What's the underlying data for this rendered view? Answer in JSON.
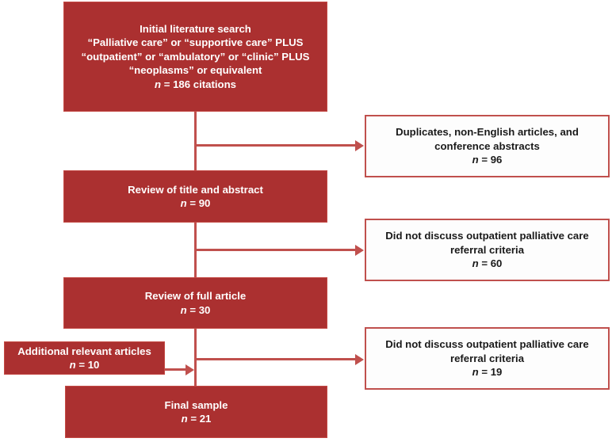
{
  "diagram": {
    "title": "Study selection flow diagram",
    "type": "flowchart",
    "colors": {
      "filled_box_fill": "#AB3030",
      "filled_box_border": "#C44A45",
      "outline_box_border": "#C0504D",
      "outline_box_fill": "#FDFDFD",
      "connector": "#C0504D",
      "filled_text": "#FFFFFF",
      "outline_text": "#1A1A1A"
    }
  },
  "nodes": {
    "initial_search": {
      "line1": "Initial literature search",
      "line2": "“Palliative care” or “supportive care” PLUS",
      "line3": "“outpatient” or “ambulatory” or “clinic” PLUS",
      "line4": "“neoplasms” or equivalent",
      "count_prefix": "n",
      "count_value": " = 186 citations"
    },
    "exclusion_1": {
      "line1": "Duplicates, non-English articles, and",
      "line2": "conference abstracts",
      "count_prefix": "n",
      "count_value": " = 96"
    },
    "review_title_abstract": {
      "line1": "Review of title and abstract",
      "count_prefix": "n",
      "count_value": " = 90"
    },
    "exclusion_2": {
      "line1": "Did not discuss outpatient palliative care",
      "line2": "referral criteria",
      "count_prefix": "n",
      "count_value": " = 60"
    },
    "review_full_article": {
      "line1": "Review of full article",
      "count_prefix": "n",
      "count_value": " = 30"
    },
    "additional_articles": {
      "line1": "Additional relevant articles",
      "count_prefix": "n",
      "count_value": " = 10"
    },
    "exclusion_3": {
      "line1": "Did not discuss outpatient palliative care",
      "line2": "referral criteria",
      "count_prefix": "n",
      "count_value": " = 19"
    },
    "final_sample": {
      "line1": "Final sample",
      "count_prefix": "n",
      "count_value": " = 21"
    }
  }
}
